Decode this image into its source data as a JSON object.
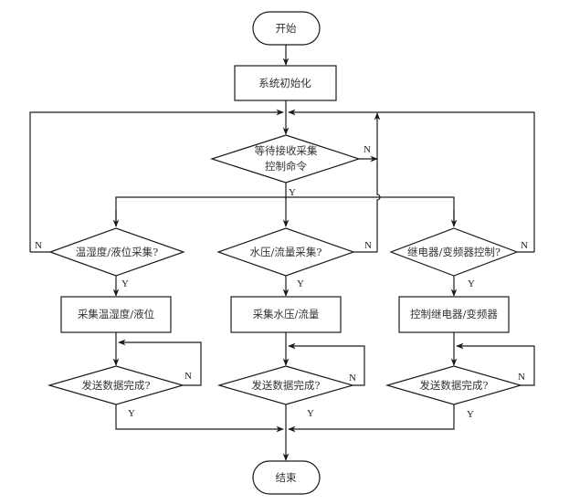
{
  "flowchart": {
    "start": "开始",
    "init": "系统初始化",
    "wait_line1": "等待接收采集",
    "wait_line2": "控制命令",
    "branches": [
      {
        "decision": "温湿度/液位采集?",
        "action": "采集温湿度/液位",
        "send_check": "发送数据完成?"
      },
      {
        "decision": "水压/流量采集?",
        "action": "采集水压/流量",
        "send_check": "发送数据完成?"
      },
      {
        "decision": "继电器/变频器控制?",
        "action": "控制继电器/变频器",
        "send_check": "发送数据完成?"
      }
    ],
    "end": "结束",
    "yes_label": "Y",
    "no_label": "N"
  }
}
